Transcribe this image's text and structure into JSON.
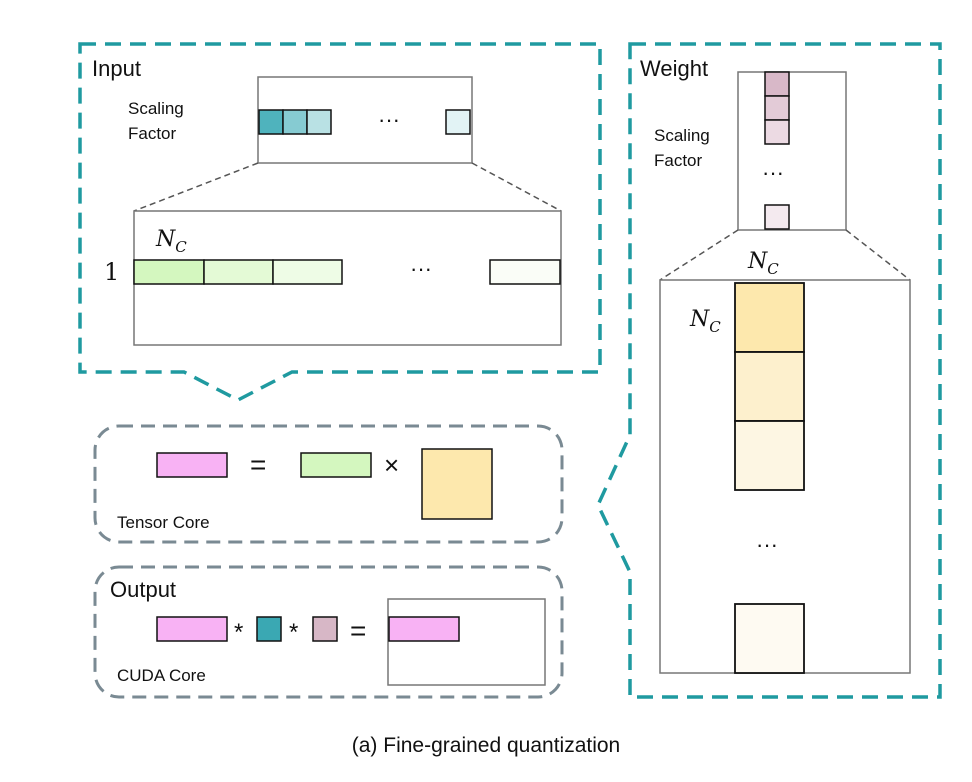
{
  "colors": {
    "teal_dash": "#1f9aa0",
    "gray_dash": "#7a8a93",
    "scale_input": [
      "#4fb3bd",
      "#86cbd2",
      "#b9e1e4",
      "#e2f3f5"
    ],
    "scale_weight": [
      "#d8b8c8",
      "#e3cbd7",
      "#ecdae3",
      "#f4eaef"
    ],
    "input_blocks": [
      "#d4f7bf",
      "#e4fad6",
      "#eefce6",
      "#fafdf7"
    ],
    "weight_blocks": [
      "#fde8ad",
      "#fdf0cd",
      "#fdf6e3",
      "#fefaf2"
    ],
    "output_pink": "#f8b2f4",
    "cuda_teal": "#3aa8b3",
    "cuda_pink": "#d7b7c6"
  },
  "input_panel": {
    "title": "Input",
    "scaling_line1": "Scaling",
    "scaling_line2": "Factor",
    "ellipsis_scale": "···",
    "nc_label": "N",
    "nc_sub": "C",
    "row_label": "1",
    "ellipsis_row": "···"
  },
  "weight_panel": {
    "title": "Weight",
    "scaling_line1": "Scaling",
    "scaling_line2": "Factor",
    "ellipsis_scale": "···",
    "nc_top": "N",
    "nc_top_sub": "C",
    "nc_left": "N",
    "nc_left_sub": "C",
    "ellipsis_col": "···"
  },
  "tensor_core": {
    "label": "Tensor Core",
    "equals": "=",
    "times": "×"
  },
  "output_panel": {
    "title": "Output",
    "label": "CUDA Core",
    "star1": "*",
    "star2": "*",
    "equals": "="
  },
  "caption": "(a) Fine-grained quantization"
}
